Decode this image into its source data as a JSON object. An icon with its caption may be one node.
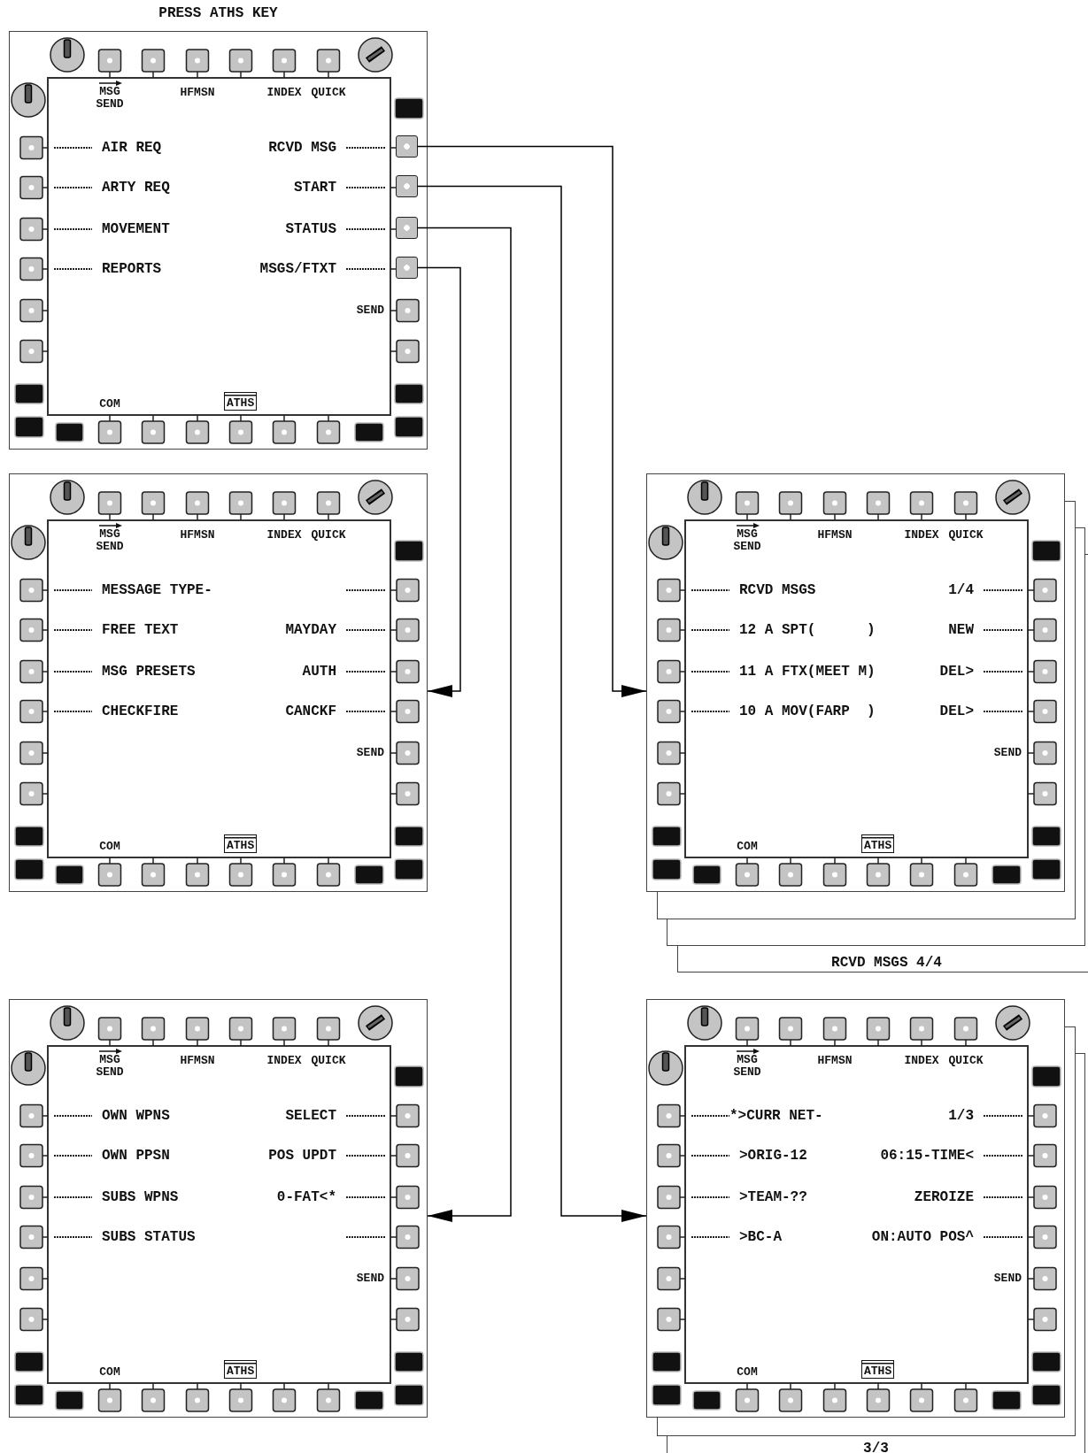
{
  "diagram": {
    "nodes": [
      {
        "text": [
          "MSG SEND",
          "HFMSN",
          "INDEX",
          "QUICK",
          "AIR REQ",
          "ARTY REQ",
          "MOVEMENT",
          "REPORTS",
          "RCVD MSG",
          "START",
          "STATUS",
          "MSGS/FTXT",
          "SEND",
          "COM",
          "ATHS"
        ],
        "beside": [
          "PRESS ATHS KEY"
        ]
      },
      {
        "text": [],
        "shape": "box",
        "in": 0
      },
      {
        "text": [],
        "shape": "box",
        "in": 0
      },
      {
        "text": [],
        "shape": "box",
        "in": 0
      },
      {
        "text": [],
        "shape": "box",
        "in": 0
      },
      {
        "text": [
          "MSG SEND",
          "HFMSN",
          "INDEX",
          "QUICK",
          "MESSAGE TYPE-",
          "FREE TEXT",
          "MSG PRESETS",
          "CHECKFIRE",
          "MAYDAY",
          "AUTH",
          "CANCKF",
          "SEND",
          "COM",
          "ATHS"
        ]
      },
      {
        "text": [
          "MSG SEND",
          "HFMSN",
          "INDEX",
          "QUICK",
          "RCVD MSGS",
          "12 A SPT(      )",
          "11 A FTX(MEET M)",
          "10 A MOV(FARP  )",
          "1/4",
          "NEW",
          "DEL>",
          "DEL>",
          "SEND",
          "COM",
          "ATHS"
        ]
      },
      {
        "text": [
          "MSG SEND",
          "HFMSN",
          "INDEX",
          "QUICK",
          "OWN WPNS",
          "OWN PPSN",
          "SUBS WPNS",
          "SUBS STATUS",
          "SELECT",
          "POS UPDT",
          "0-FAT<*",
          "SEND",
          "COM",
          "ATHS"
        ]
      },
      {
        "text": [
          "MSG SEND",
          "HFMSN",
          "INDEX",
          "QUICK",
          "*>CURR NET-",
          ">ORIG-12",
          ">TEAM-??",
          ">BC-A",
          "1/3",
          "06:15-TIME<",
          "ZEROIZE",
          "ON:AUTO POS^",
          "SEND",
          "COM",
          "ATHS"
        ],
        "beside": [
          "3/3"
        ]
      }
    ],
    "edges": [
      {
        "from": 1,
        "to": 6,
        "arrow": "to"
      },
      {
        "from": 2,
        "to": 8,
        "arrow": "to"
      },
      {
        "from": 3,
        "to": 7,
        "arrow": "to"
      },
      {
        "from": 4,
        "to": 5,
        "arrow": "to"
      }
    ],
    "labels": [
      "RCVD MSGS 4/4"
    ]
  }
}
